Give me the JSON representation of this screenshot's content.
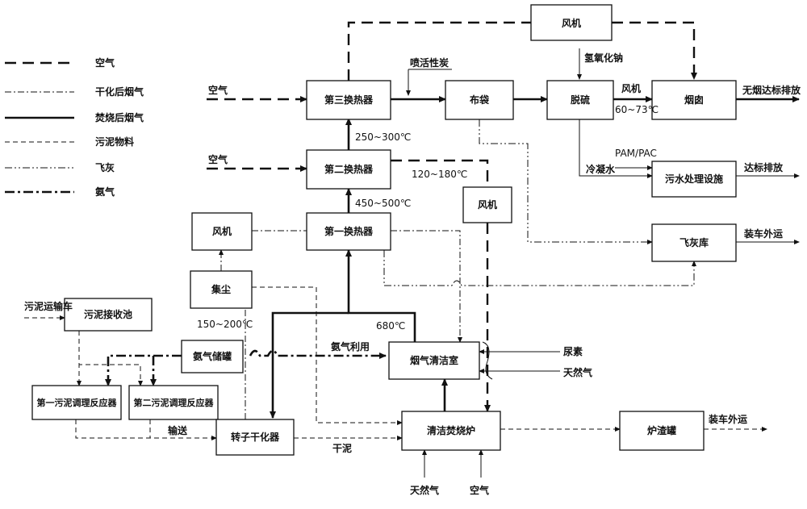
{
  "legend": {
    "air": "空气",
    "dried_gas": "干化后烟气",
    "flue_gas": "焚烧后烟气",
    "sludge": "污泥物料",
    "fly_ash": "飞灰",
    "ammonia": "氨气"
  },
  "nodes": {
    "fan_top": "风机",
    "hx3": "第三换热器",
    "hx2": "第二换热器",
    "hx1": "第一换热器",
    "bag": "布袋",
    "desulf": "脱硫",
    "chimney": "烟囱",
    "fan_mid": "风机",
    "fan_left": "风机",
    "dust": "集尘",
    "sewage": "污水处理设施",
    "flyash_store": "飞灰库",
    "receiving_pool": "污泥接收池",
    "reactor1": "第一污泥调理反应器",
    "reactor2": "第二污泥调理反应器",
    "nh3_tank": "氨气储罐",
    "purify_room": "烟气清洁室",
    "dryer": "转子干化器",
    "furnace": "清洁焚烧炉",
    "slag_tank": "炉渣罐"
  },
  "labels": {
    "air_in_hx3": "空气",
    "air_in_hx2": "空气",
    "activated_carbon": "喷活性炭",
    "naoh": "氢氧化钠",
    "fan_desulf": "风机",
    "temp_6073": "60~73℃",
    "discharge_smoke": "无烟达标排放",
    "temp_250300": "250~300℃",
    "temp_120180": "120~180℃",
    "pam_pac": "PAM/PAC",
    "condensate": "冷凝水",
    "discharge_water": "达标排放",
    "temp_450500": "450~500℃",
    "truck_out1": "装车外运",
    "sludge_truck": "污泥运输车",
    "temp_150200": "150~200℃",
    "temp_680": "680℃",
    "nh3_use": "氨气利用",
    "urea": "尿素",
    "natgas_room": "天然气",
    "convey": "输送",
    "truck_out2": "装车外运",
    "dry_sludge": "干泥",
    "natgas_furnace": "天然气",
    "air_furnace": "空气"
  }
}
